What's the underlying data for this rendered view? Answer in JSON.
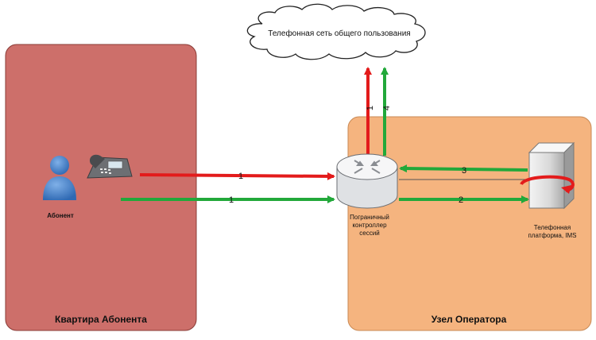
{
  "cloud": {
    "label": "Телефонная сеть общего пользования"
  },
  "zones": {
    "apartment": {
      "label": "Квартира Абонента"
    },
    "operator": {
      "label": "Узел Оператора"
    }
  },
  "nodes": {
    "subscriber": {
      "label": "Абонент"
    },
    "sbc": {
      "label_lines": [
        "Пограничный",
        "контроллер",
        "сессий"
      ]
    },
    "platform": {
      "label_lines": [
        "Телефонная",
        "платформа, IMS"
      ]
    }
  },
  "flows": {
    "red_to_sbc": "1",
    "green_to_sbc": "1",
    "platform_to_sbc": "3",
    "sbc_to_platform": "2",
    "red_up": "1",
    "green_up": "4"
  },
  "colors": {
    "apartment_fill": "#cd6f6a",
    "operator_fill": "#f5b47f",
    "red_arrow": "#e31b1b",
    "green_arrow": "#22a83a"
  }
}
